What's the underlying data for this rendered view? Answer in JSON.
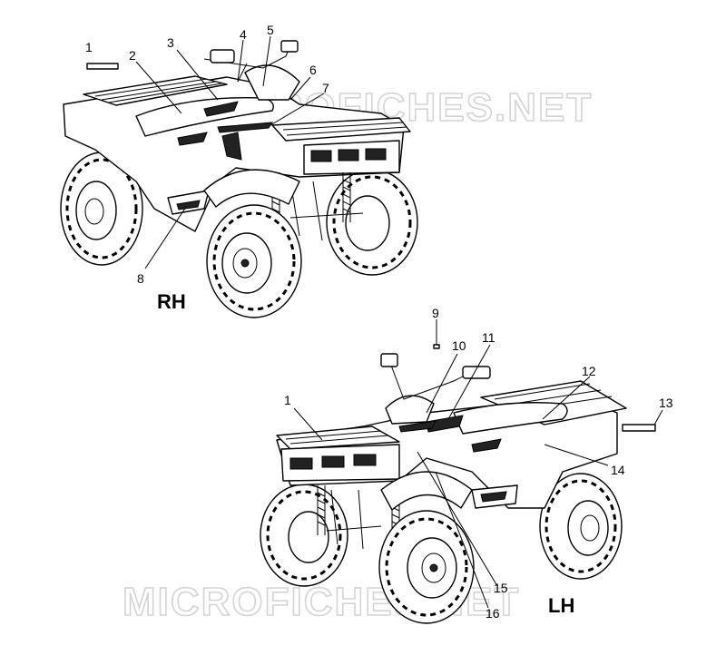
{
  "watermark": "MICROFICHES.NET",
  "views": {
    "rh": {
      "label": "RH"
    },
    "lh": {
      "label": "LH"
    }
  },
  "callouts": {
    "c1_rh": "1",
    "c2": "2",
    "c3": "3",
    "c4": "4",
    "c5": "5",
    "c6": "6",
    "c7": "7",
    "c8": "8",
    "c9": "9",
    "c10": "10",
    "c11": "11",
    "c1_lh": "1",
    "c12": "12",
    "c13": "13",
    "c14": "14",
    "c15": "15",
    "c16": "16"
  }
}
